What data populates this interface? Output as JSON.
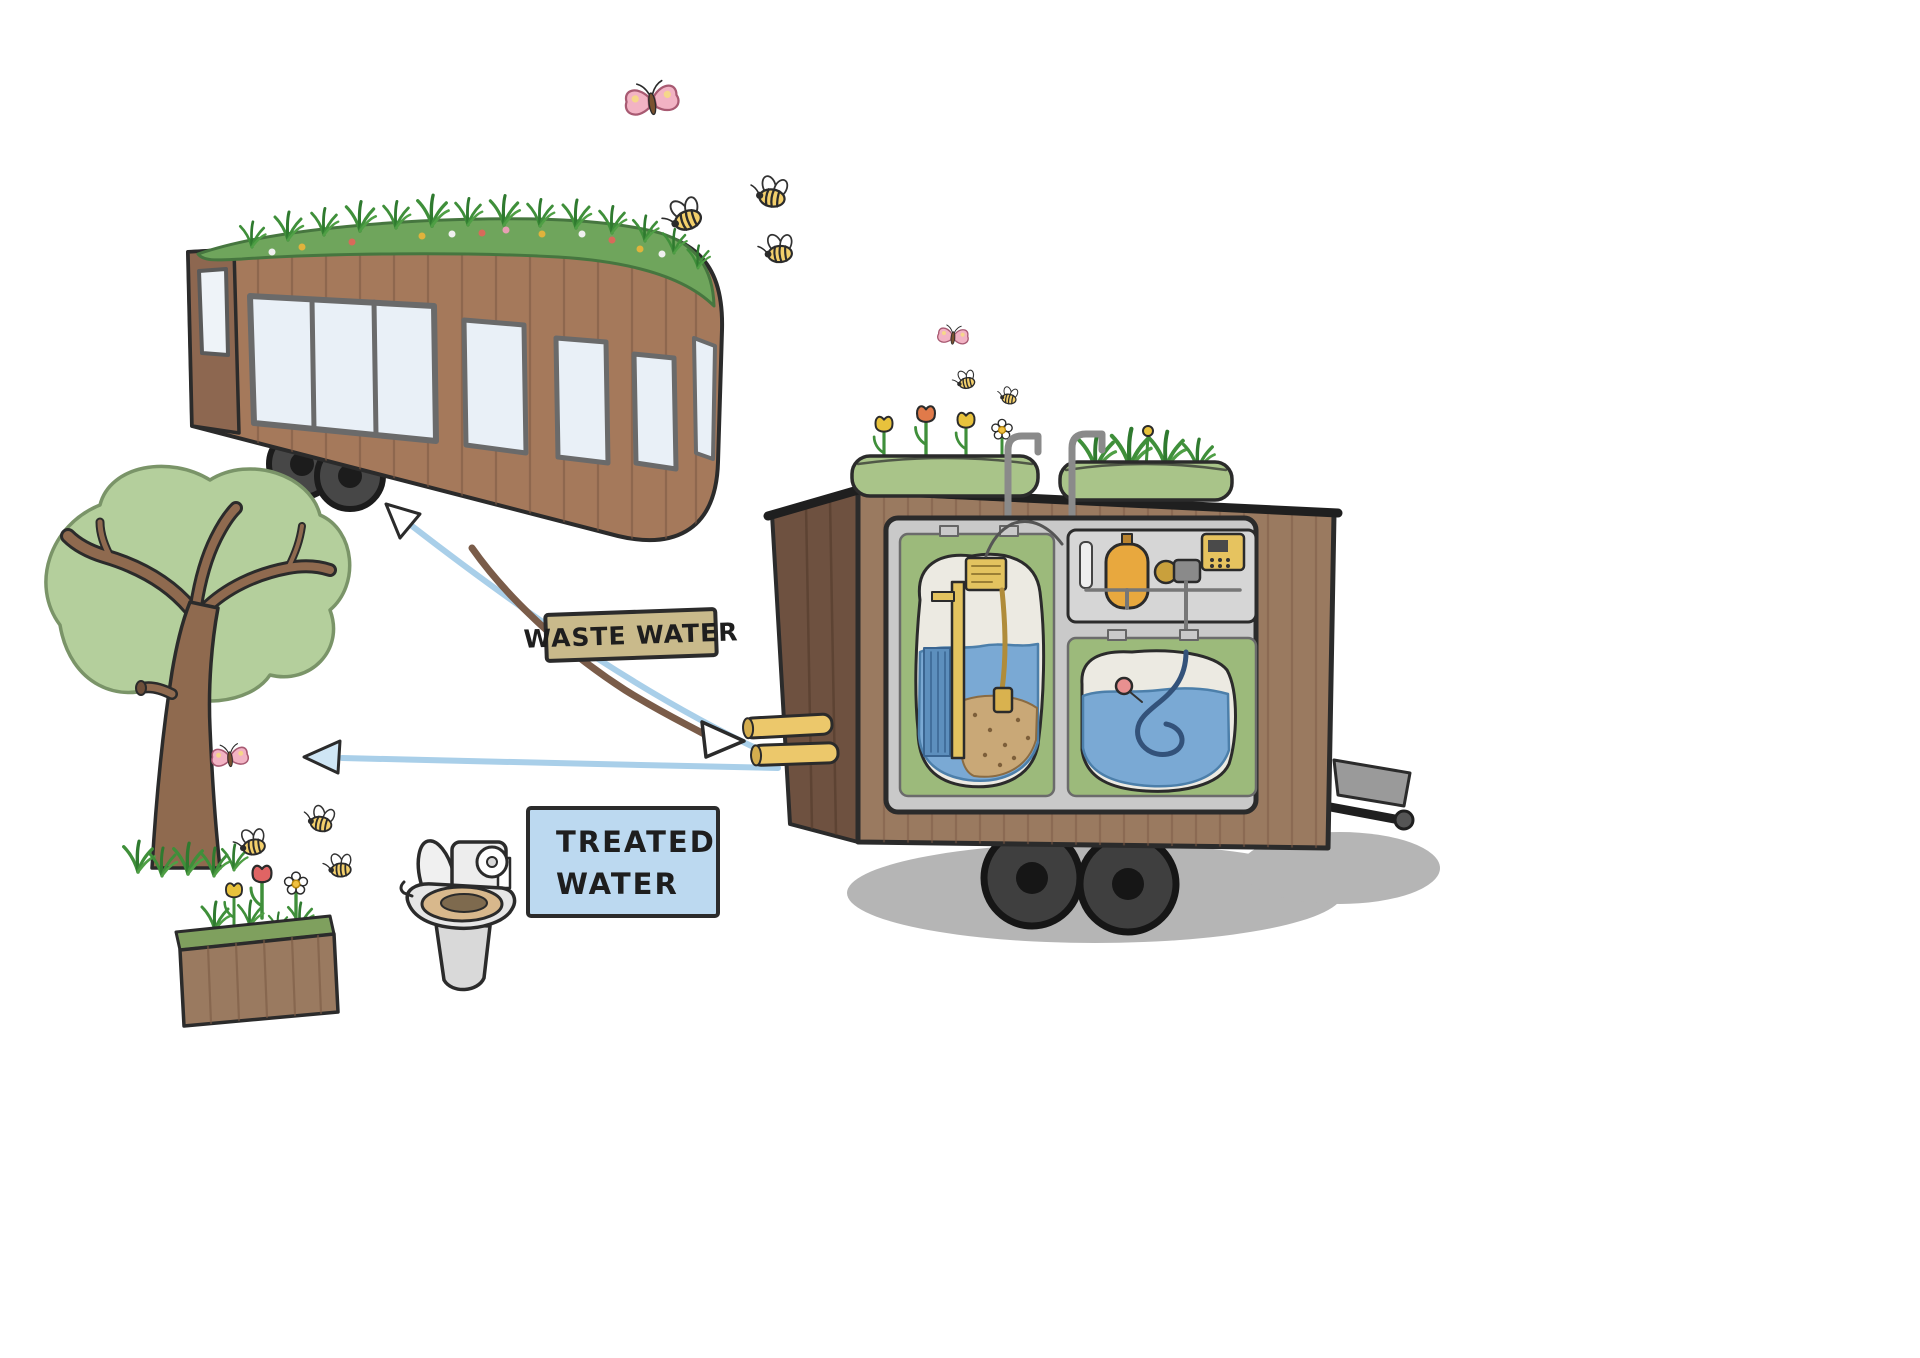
{
  "scene": {
    "background": "#ffffff",
    "items": [
      "tiny-house-with-green-roof",
      "butterflies",
      "bees",
      "tree",
      "flower-planter-box",
      "toilet",
      "wastewater-treatment-trailer",
      "rooftop-planters",
      "wastewater-flow-arrow",
      "treated-water-flow-arrows"
    ],
    "labels": {
      "wastewater": "WASTE WATER",
      "treated_line1": "TREATED",
      "treated_line2": "WATER"
    },
    "flows": [
      {
        "label": "WASTE WATER",
        "from": "tiny house",
        "to": "treatment trailer",
        "color": "#7a5c49"
      },
      {
        "label": "TREATED WATER",
        "from": "treatment trailer",
        "to": "tiny house",
        "color": "#a9cfe9"
      },
      {
        "label": "TREATED WATER",
        "from": "treatment trailer",
        "to": "tree and garden",
        "color": "#a9cfe9"
      }
    ],
    "colors": {
      "outline": "#2b2b2b",
      "house_wood": "#a5795b",
      "trailer_wood": "#9a7a60",
      "trailer_wood_shaded": "#6e5140",
      "roof_green": "#6fa55c",
      "foliage_green": "#b4cf9c",
      "grass_green": "#3f8f3a",
      "water_blue": "#7aa9d4",
      "treated_label_bg": "#bcd9f0",
      "wastewater_label_bg": "#c9ba8b",
      "arrow_brown": "#7a5c49",
      "arrow_blue": "#a9cfe9",
      "bee_yellow": "#f3cf6b",
      "butterfly_pink": "#f2b3c4",
      "equipment_yellow": "#e8a83e",
      "shadow_gray": "#b5b5b5"
    }
  }
}
